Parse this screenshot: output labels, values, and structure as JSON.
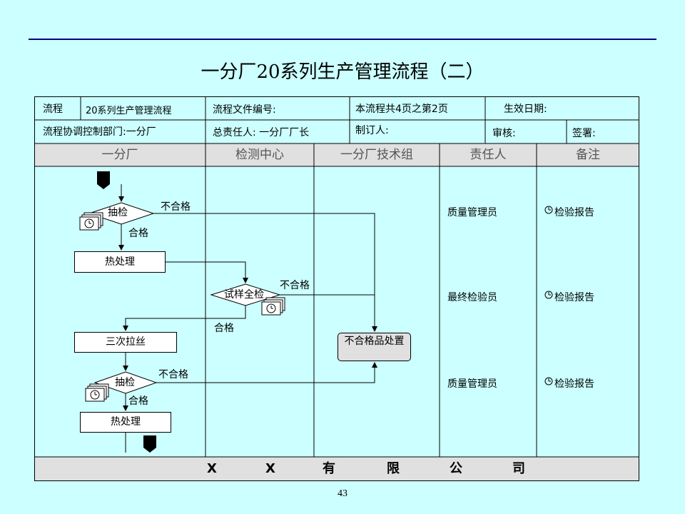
{
  "title": "一分厂20系列生产管理流程（二）",
  "page_number": "43",
  "header": {
    "process_label": "流程",
    "process_name": "20系列生产管理流程",
    "doc_no_label": "流程文件编号:",
    "page_info": "本流程共4页之第2页",
    "effective_date_label": "生效日期:",
    "coord_dept": "流程协调控制部门:一分厂",
    "owner": "总责任人: 一分厂厂长",
    "author_label": "制订人:",
    "review_label": "审核:",
    "sign_label": "签署:"
  },
  "lanes": [
    "一分厂",
    "检测中心",
    "一分厂技术组",
    "责任人",
    "备注"
  ],
  "nodes": {
    "inspect1": "抽检",
    "heat1": "热处理",
    "sample_full": "试样全检",
    "draw3": "三次拉丝",
    "inspect2": "抽检",
    "heat2": "热处理",
    "reject_handle": "不合格品处置"
  },
  "edge_labels": {
    "fail1": "不合格",
    "pass1": "合格",
    "fail2": "不合格",
    "pass2": "合格",
    "fail3": "不合格",
    "pass3": "合格"
  },
  "responsible": [
    "质量管理员",
    "最终检验员",
    "质量管理员"
  ],
  "remarks": [
    "检验报告",
    "检验报告",
    "检验报告"
  ],
  "footer": [
    "X",
    "X",
    "有",
    "限",
    "公",
    "司"
  ],
  "colors": {
    "background": "#ccffff",
    "header_band": "#e0e0e0",
    "rule_line": "#000080",
    "process_box": "#ffffff",
    "handle_box": "#e0e0e0"
  }
}
